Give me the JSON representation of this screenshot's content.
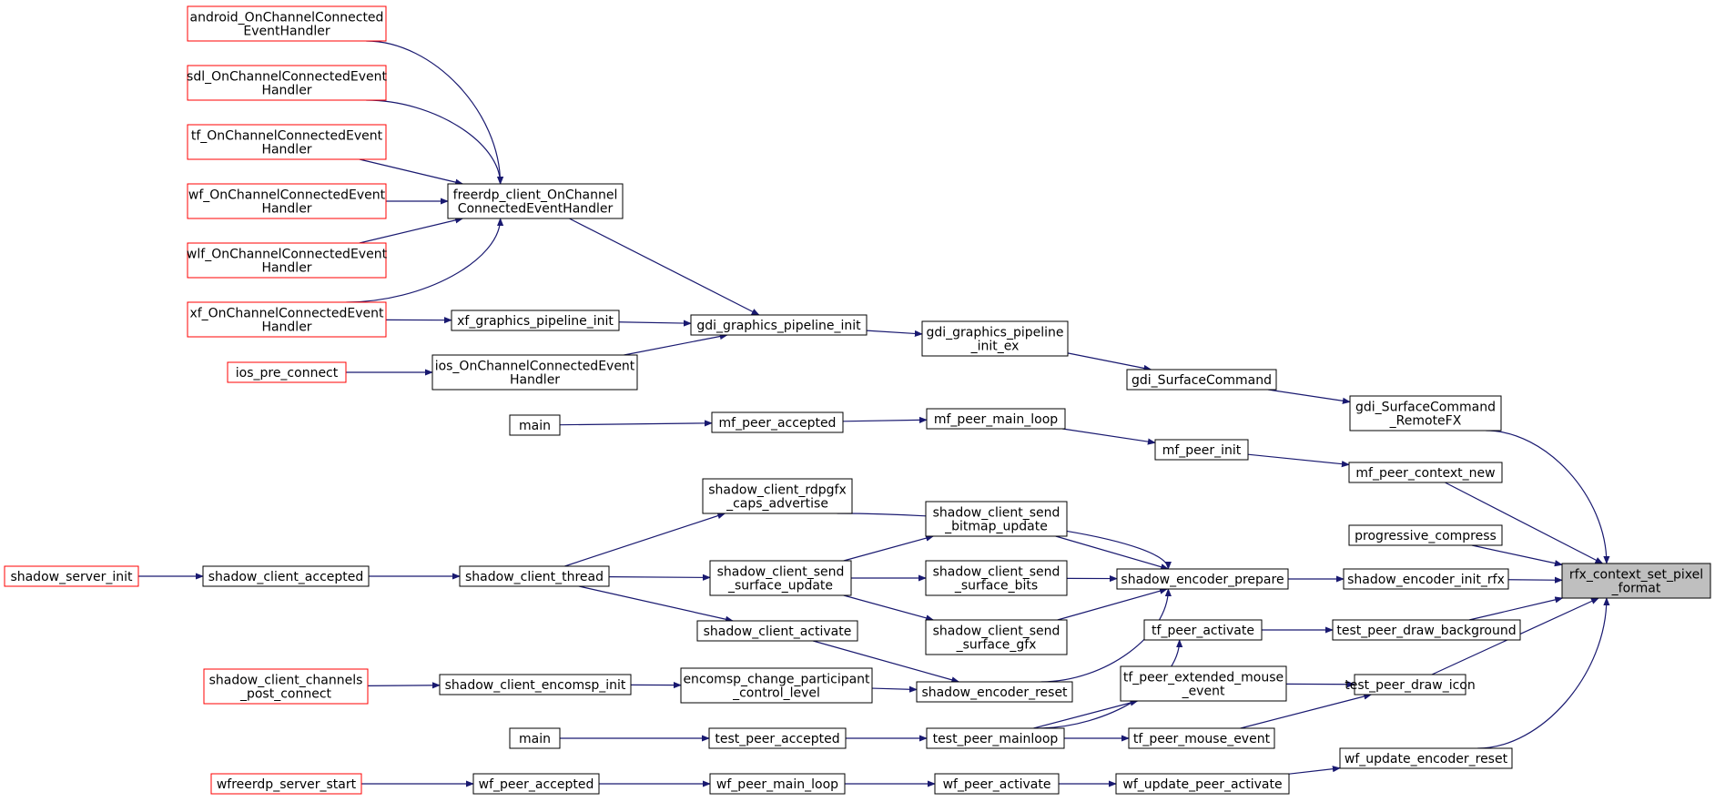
{
  "colors": {
    "edge": "#191970",
    "box_border": "#000000",
    "external_border": "#ff0000",
    "target_fill": "#bfbfbf",
    "box_fill": "#ffffff"
  },
  "nodes": {
    "android": [
      "android_OnChannelConnected",
      "EventHandler"
    ],
    "sdl": [
      "sdl_OnChannelConnectedEvent",
      "Handler"
    ],
    "tf_occ": [
      "tf_OnChannelConnectedEvent",
      "Handler"
    ],
    "wf_occ": [
      "wf_OnChannelConnectedEvent",
      "Handler"
    ],
    "wlf_occ": [
      "wlf_OnChannelConnectedEvent",
      "Handler"
    ],
    "xf_occ": [
      "xf_OnChannelConnectedEvent",
      "Handler"
    ],
    "freerdp_occ": [
      "freerdp_client_OnChannel",
      "ConnectedEventHandler"
    ],
    "xf_gpi": [
      "xf_graphics_pipeline_init"
    ],
    "gdi_gpi": [
      "gdi_graphics_pipeline_init"
    ],
    "gdi_gpi_ex": [
      "gdi_graphics_pipeline",
      "_init_ex"
    ],
    "ios_pre": [
      "ios_pre_connect"
    ],
    "ios_occ": [
      "ios_OnChannelConnectedEvent",
      "Handler"
    ],
    "gdi_sc": [
      "gdi_SurfaceCommand"
    ],
    "gdi_sc_rfx": [
      "gdi_SurfaceCommand",
      "_RemoteFX"
    ],
    "main1": [
      "main"
    ],
    "mf_pa": [
      "mf_peer_accepted"
    ],
    "mf_pml": [
      "mf_peer_main_loop"
    ],
    "mf_pi": [
      "mf_peer_init"
    ],
    "mf_pcn": [
      "mf_peer_context_new"
    ],
    "sc_rdpgfx": [
      "shadow_client_rdpgfx",
      "_caps_advertise"
    ],
    "sc_sbu": [
      "shadow_client_send",
      "_bitmap_update"
    ],
    "prog": [
      "progressive_compress"
    ],
    "ss_init": [
      "shadow_server_init"
    ],
    "sc_acc": [
      "shadow_client_accepted"
    ],
    "sc_thread": [
      "shadow_client_thread"
    ],
    "sc_ssu": [
      "shadow_client_send",
      "_surface_update"
    ],
    "sc_ssb": [
      "shadow_client_send",
      "_surface_bits"
    ],
    "se_prep": [
      "shadow_encoder_prepare"
    ],
    "se_init_rfx": [
      "shadow_encoder_init_rfx"
    ],
    "rfx": [
      "rfx_context_set_pixel",
      "_format"
    ],
    "sc_sgfx": [
      "shadow_client_send",
      "_surface_gfx"
    ],
    "tf_act": [
      "tf_peer_activate"
    ],
    "tp_bg": [
      "test_peer_draw_background"
    ],
    "sc_act": [
      "shadow_client_activate"
    ],
    "sc_cpc": [
      "shadow_client_channels",
      "_post_connect"
    ],
    "sc_enc": [
      "shadow_client_encomsp_init"
    ],
    "encomsp": [
      "encomsp_change_participant",
      "_control_level"
    ],
    "se_reset": [
      "shadow_encoder_reset"
    ],
    "tf_ext": [
      "tf_peer_extended_mouse",
      "_event"
    ],
    "tp_icon": [
      "test_peer_draw_icon"
    ],
    "main2": [
      "main"
    ],
    "tp_acc": [
      "test_peer_accepted"
    ],
    "tp_ml": [
      "test_peer_mainloop"
    ],
    "tf_mouse": [
      "tf_peer_mouse_event"
    ],
    "wf_uer": [
      "wf_update_encoder_reset"
    ],
    "wf_start": [
      "wfreerdp_server_start"
    ],
    "wf_pa": [
      "wf_peer_accepted"
    ],
    "wf_pml": [
      "wf_peer_main_loop"
    ],
    "wf_act": [
      "wf_peer_activate"
    ],
    "wf_upa": [
      "wf_update_peer_activate"
    ]
  }
}
